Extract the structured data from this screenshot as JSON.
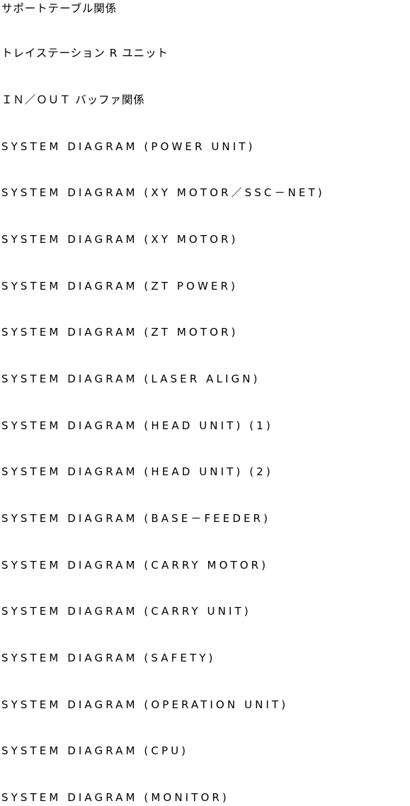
{
  "items": [
    "サポートテーブル関係",
    "トレイステーション R ユニット",
    "ＩＮ／ＯＵＴ バッファ関係",
    "SYSTEM DIAGRAM (POWER UNIT)",
    "SYSTEM DIAGRAM (XY MOTOR／SSC－NET)",
    "SYSTEM DIAGRAM (XY MOTOR)",
    "SYSTEM DIAGRAM (ZT POWER)",
    "SYSTEM DIAGRAM (ZT MOTOR)",
    "SYSTEM DIAGRAM (LASER ALIGN)",
    "SYSTEM DIAGRAM (HEAD UNIT) (1)",
    "SYSTEM DIAGRAM (HEAD UNIT) (2)",
    "SYSTEM DIAGRAM (BASE－FEEDER)",
    "SYSTEM DIAGRAM (CARRY MOTOR)",
    "SYSTEM DIAGRAM (CARRY UNIT)",
    "SYSTEM DIAGRAM (SAFETY)",
    "SYSTEM DIAGRAM (OPERATION UNIT)",
    "SYSTEM DIAGRAM (CPU)",
    "SYSTEM DIAGRAM (MONITOR)"
  ]
}
